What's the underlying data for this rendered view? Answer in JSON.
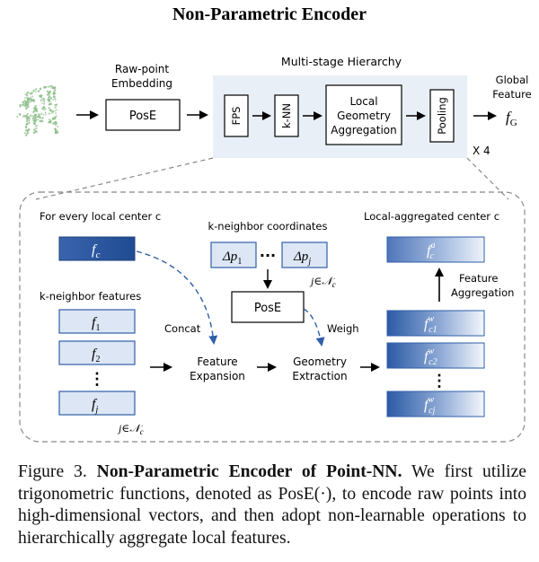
{
  "title": "Non-Parametric Encoder",
  "top": {
    "raw_point_label": [
      "Raw-point",
      "Embedding"
    ],
    "pose_label": "PosE",
    "multistage_label": "Multi-stage Hierarchy",
    "fps_label": "FPS",
    "knn_label": "k-NN",
    "lga_label": [
      "Local",
      "Geometry",
      "Aggregation"
    ],
    "pooling_label": "Pooling",
    "repeat_label": "X 4",
    "global_feature_label": [
      "Global",
      "Feature"
    ],
    "fg_label": "f",
    "fg_sub": "G"
  },
  "detail": {
    "every_center_label": "For every local center c",
    "fc_label": "f",
    "fc_sub": "c",
    "k_neighbor_coord_label": "k-neighbor coordinates",
    "dp1_label": "Δp",
    "dp1_sub": "1",
    "dots_h": "···",
    "dpj_label": "Δp",
    "dpj_sub": "j",
    "j_in_nc_top": "j∈𝒩",
    "j_in_nc_top_sub": "c",
    "pose_label": "PosE",
    "k_neighbor_feat_label": "k-neighbor features",
    "f1_sub": "1",
    "f2_sub": "2",
    "fj_sub": "j",
    "f_letter": "f",
    "vdots": "⋮",
    "j_in_nc_bottom": "j∈𝒩",
    "j_in_nc_bottom_sub": "c",
    "concat_label": "Concat",
    "feature_expansion_label": [
      "Feature",
      "Expansion"
    ],
    "weigh_label": "Weigh",
    "geometry_extraction_label": [
      "Geometry",
      "Extraction"
    ],
    "local_agg_center_label": "Local-aggregated center c",
    "fca_sup": "a",
    "fca_sub": "c",
    "feature_aggregation_label": [
      "Feature",
      "Aggregation"
    ],
    "fw_sup": "w",
    "fc1_sub": "c1",
    "fc2_sub": "c2",
    "fcj_sub": "cj"
  },
  "caption": {
    "fig_label": "Figure 3.",
    "bold_title": "Non-Parametric Encoder of Point-NN.",
    "text": " We first utilize trigonometric functions, denoted as PosE(·), to encode raw points into high-dimensional vectors, and then adopt non-learnable operations to hierarchically aggregate local features."
  },
  "colors": {
    "accent_blue": "#2f5fa8",
    "light_blue_fill": "#dce6f4",
    "panel_fill": "#e9eff7",
    "point_cloud_green": "#8fbf8a"
  }
}
